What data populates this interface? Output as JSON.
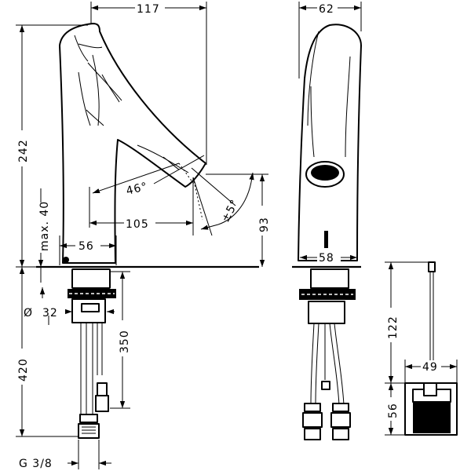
{
  "dimensions": {
    "top_width_side": "117",
    "top_width_front": "62",
    "height_total": "242",
    "max_height_label": "max. 40",
    "angle_spout": "46°",
    "angle_tolerance": "±5°",
    "spout_reach": "105",
    "base_width_side": "56",
    "spout_height": "93",
    "base_width_front": "58",
    "body_diameter_prefix": "Ø",
    "body_diameter": "32",
    "hose_length": "350",
    "below_counter": "420",
    "thread": "G 3/8",
    "box_height_cable": "122",
    "box_width": "49",
    "box_height": "56"
  },
  "colors": {
    "line": "#000000",
    "background": "#ffffff"
  }
}
